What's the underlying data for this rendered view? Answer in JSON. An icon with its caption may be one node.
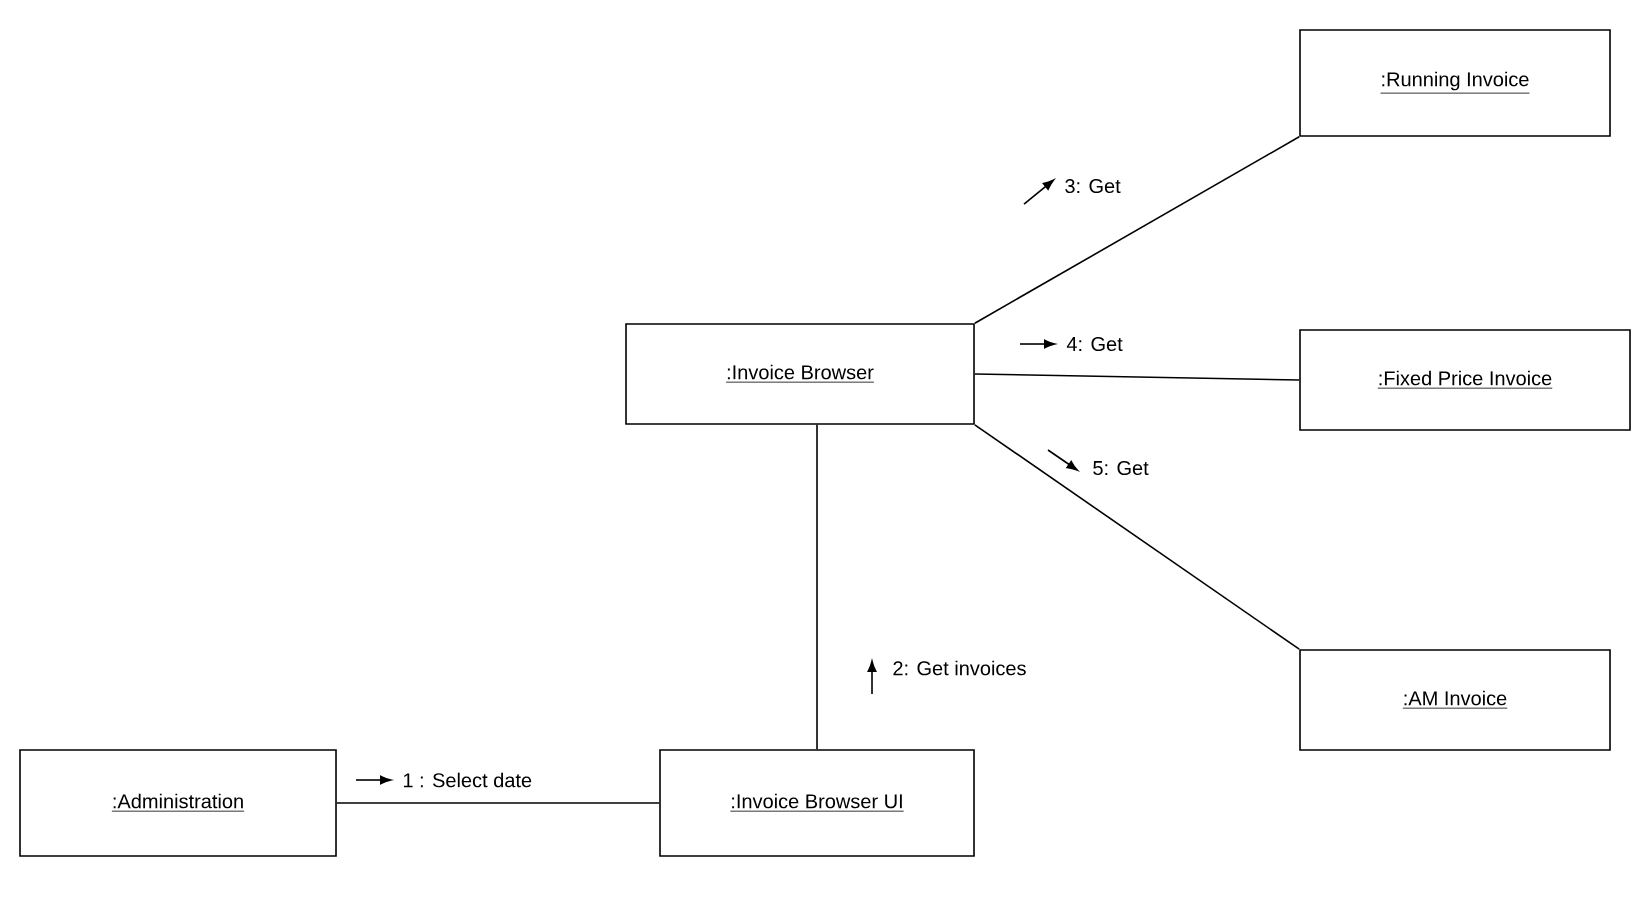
{
  "diagram": {
    "nodes": [
      {
        "text": [
          ":Running Invoice"
        ]
      },
      {
        "text": [
          ":Invoice Browser"
        ]
      },
      {
        "text": [
          ":Fixed Price Invoice"
        ]
      },
      {
        "text": [
          ":AM Invoice"
        ]
      },
      {
        "text": [
          ":Administration"
        ]
      },
      {
        "text": [
          ":Invoice Browser UI"
        ]
      }
    ],
    "edges": [
      {
        "from": 4,
        "to": 5,
        "arrow": "none",
        "label": "1 : Select date"
      },
      {
        "from": 5,
        "to": 1,
        "arrow": "none",
        "label": "2: Get invoices"
      },
      {
        "from": 1,
        "to": 0,
        "arrow": "none",
        "label": "3: Get"
      },
      {
        "from": 1,
        "to": 2,
        "arrow": "none",
        "label": "4: Get"
      },
      {
        "from": 1,
        "to": 3,
        "arrow": "none",
        "label": "5: Get"
      }
    ]
  }
}
